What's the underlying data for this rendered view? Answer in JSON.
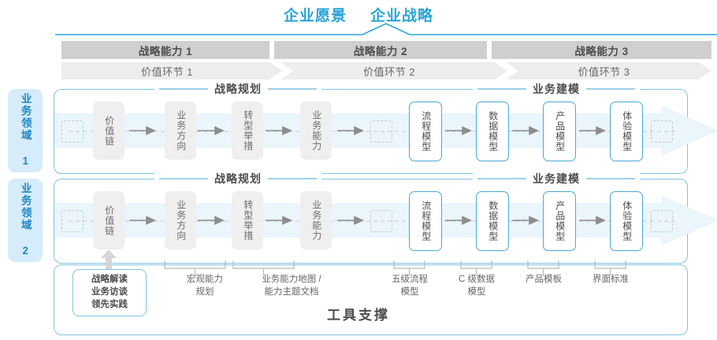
{
  "header": {
    "titles": [
      "企业愿景",
      "企业战略"
    ],
    "title_color": "#2aa4d8"
  },
  "capability_bars": [
    {
      "label": "战略能力 1"
    },
    {
      "label": "战略能力 2"
    },
    {
      "label": "战略能力 3"
    }
  ],
  "value_chain_bars": [
    {
      "label": "价值环节 1"
    },
    {
      "label": "价值环节 2"
    },
    {
      "label": "价值环节 3"
    }
  ],
  "domains": [
    {
      "label": "业务领域 1"
    },
    {
      "label": "业务领域 2"
    }
  ],
  "sections": [
    {
      "label": "战略规划"
    },
    {
      "label": "业务建模"
    }
  ],
  "nodes": [
    {
      "label": "价值链",
      "style": "gray"
    },
    {
      "label": "业务方向",
      "style": "gray"
    },
    {
      "label": "转型举措",
      "style": "gray"
    },
    {
      "label": "业务能力",
      "style": "gray"
    },
    {
      "label": "流程模型",
      "style": "blue"
    },
    {
      "label": "数据模型",
      "style": "blue"
    },
    {
      "label": "产品模型",
      "style": "blue"
    },
    {
      "label": "体验模型",
      "style": "blue"
    }
  ],
  "callouts": {
    "value_chain_box": "战略解读\n业务访谈\n领先实践",
    "items": [
      {
        "label": "宏观能力\n规划"
      },
      {
        "label": "业务能力地图 /\n能力主题文档"
      },
      {
        "label": "五级流程\n模型"
      },
      {
        "label": "C 级数据\n模型"
      },
      {
        "label": "产品模板"
      },
      {
        "label": "界面标准"
      }
    ]
  },
  "footer": {
    "title": "工具支撑"
  },
  "colors": {
    "accent_blue": "#2aa4d8",
    "border_blue": "#7ec4e4",
    "node_blue_border": "#4aa8d8",
    "bar_dark_gray": "#cfcfcf",
    "bar_light_gray": "#ededed",
    "node_gray": "#efefef",
    "band_blue": "#eaf5fc"
  }
}
